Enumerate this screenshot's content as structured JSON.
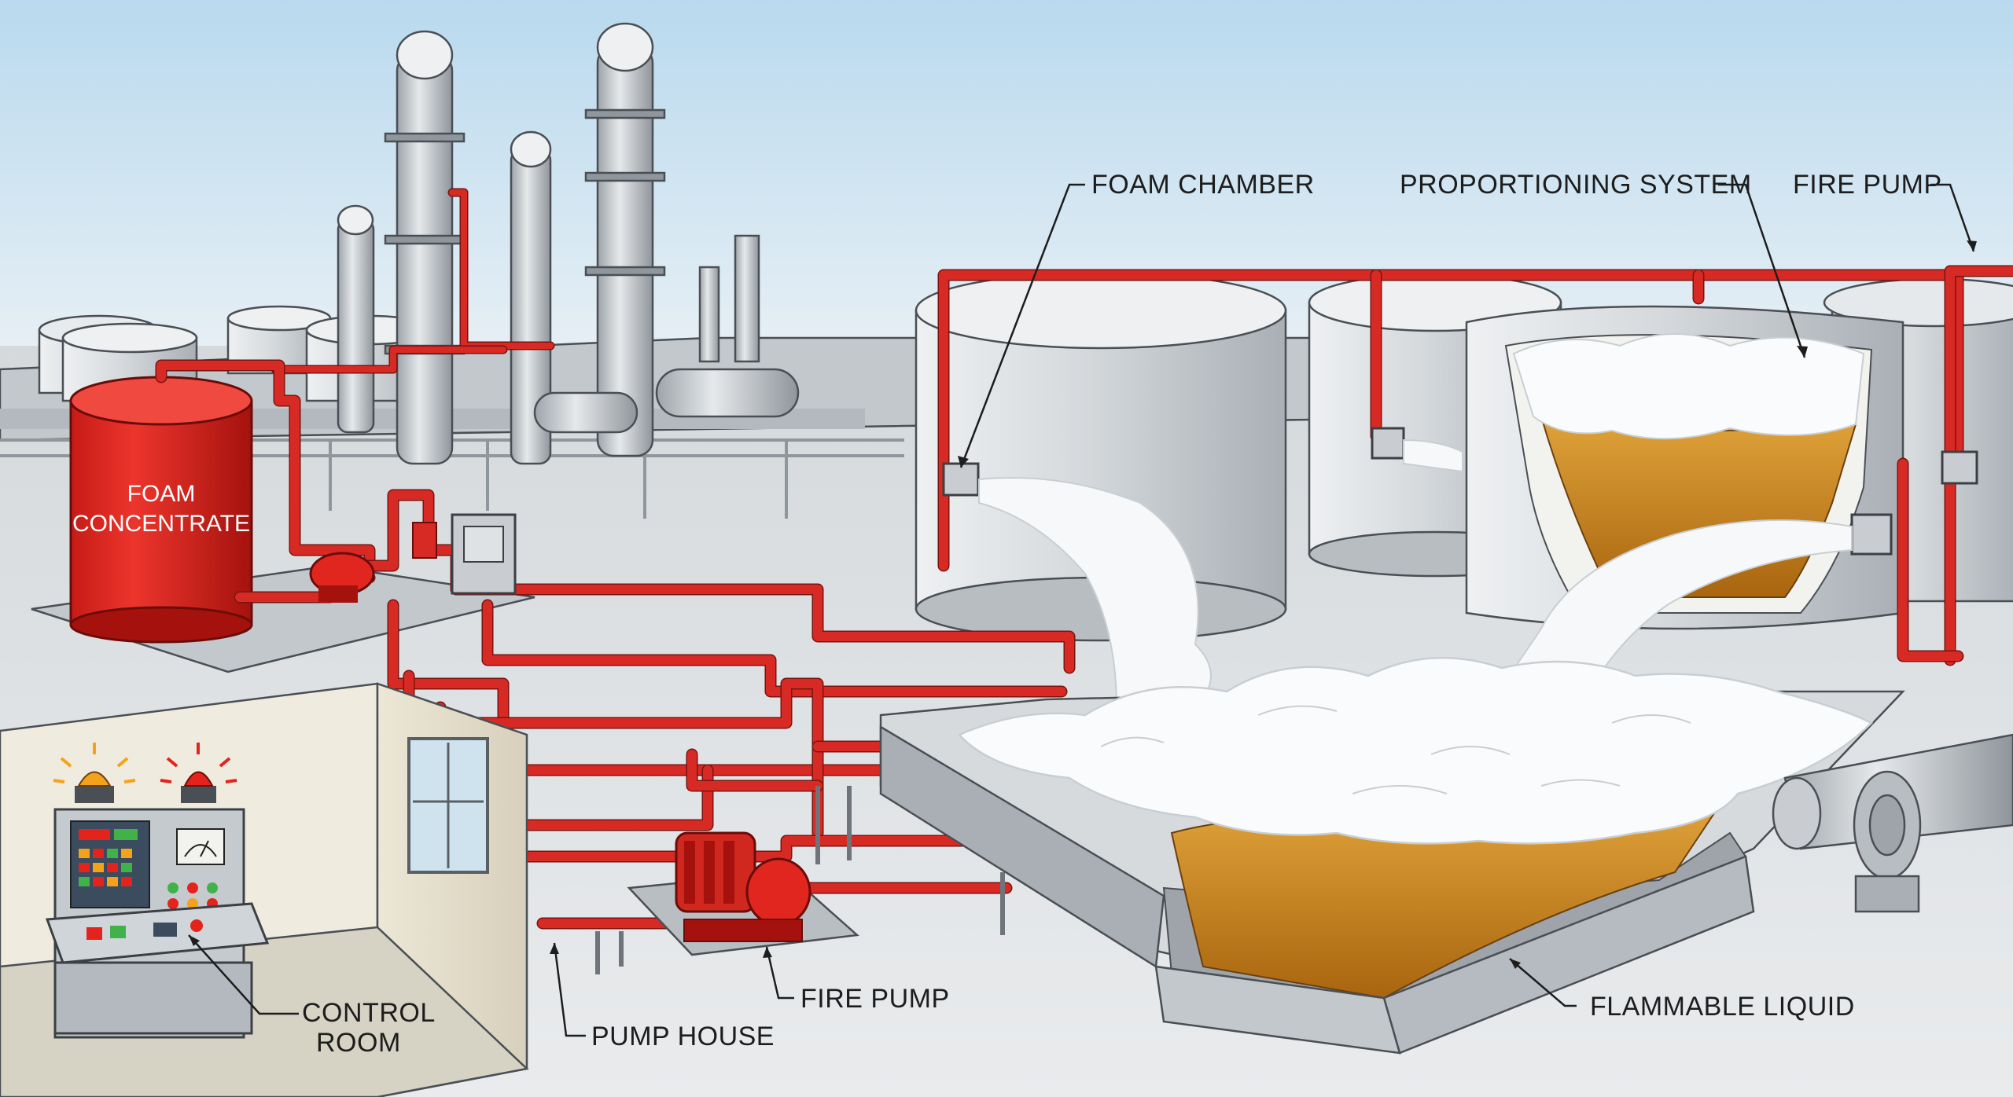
{
  "labels": {
    "foam_concentrate_line1": "FOAM",
    "foam_concentrate_line2": "CONCENTRATE",
    "foam_chamber": "FOAM CHAMBER",
    "proportioning_system": "PROPORTIONING SYSTEM",
    "fire_pump_top": "FIRE PUMP",
    "fire_pump_bottom": "FIRE PUMP",
    "control_room_line1": "CONTROL",
    "control_room_line2": "ROOM",
    "pump_house": "PUMP HOUSE",
    "flammable_liquid": "FLAMMABLE LIQUID"
  },
  "colors": {
    "pipe_red": "#d82a24",
    "foam_tank_red": "#e0261f",
    "flammable_liquid": "#c7821d",
    "foam_white": "#f7f8f9",
    "tank_grey": "#c9cdd1",
    "sky_top": "#b9d9ee",
    "beacon_amber": "#f4a21a",
    "beacon_red": "#e3231c"
  },
  "icons": [
    "amber-warning-beacon-icon",
    "red-warning-beacon-icon",
    "pressure-gauge-icon"
  ]
}
